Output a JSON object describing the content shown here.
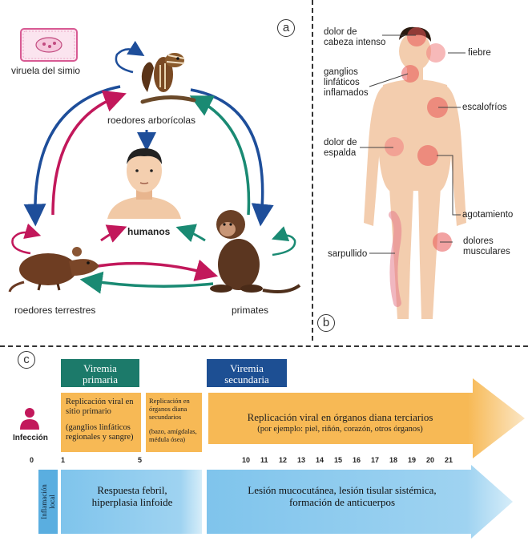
{
  "panel_a": {
    "letter": "a",
    "virus_label": "viruela del simio",
    "tree_rodents": "roedores arborícolas",
    "humans": "humanos",
    "ground_rodents": "roedores terrestres",
    "primates": "primates"
  },
  "panel_b": {
    "letter": "b",
    "symptoms": {
      "headache": [
        "dolor de",
        "cabeza intenso"
      ],
      "fever": "fiebre",
      "lymph": [
        "ganglios",
        "linfáticos",
        "inflamados"
      ],
      "chills": "escalofríos",
      "backpain": [
        "dolor de",
        "espalda"
      ],
      "exhaustion": "agotamiento",
      "rash": "sarpullido",
      "muscle": [
        "dolores",
        "musculares"
      ]
    }
  },
  "panel_c": {
    "letter": "c",
    "viremia_primary": [
      "Viremia",
      "primaria"
    ],
    "viremia_secondary": [
      "Viremia",
      "secundaria"
    ],
    "infection_label": "Infección",
    "box1": [
      "Replicación viral en",
      "sitio primario",
      "(ganglios linfáticos",
      "regionales y sangre)"
    ],
    "box2": [
      "Replicación en",
      "órganos diana",
      "secundarios",
      "(bazo, amígdalas,",
      "médula ósea)"
    ],
    "box3": [
      "Replicación viral en órganos diana terciarios",
      "(por ejemplo: piel, riñón, corazón, otros órganos)"
    ],
    "ticks": [
      "0",
      "1",
      "5",
      "10",
      "11",
      "12",
      "13",
      "14",
      "15",
      "16",
      "17",
      "18",
      "19",
      "20",
      "21"
    ],
    "side_label": [
      "Inflamación",
      "local"
    ],
    "blue1": [
      "Respuesta febril,",
      "hiperplasia linfoide"
    ],
    "blue2": [
      "Lesión mucocutánea, lesión tisular sistémica,",
      "formación de anticuerpos"
    ],
    "colors": {
      "phase_primary": "#1c7a6a",
      "phase_secondary": "#1d4f93",
      "orange": "#f7b955",
      "blue": "#7fc4ec",
      "magenta": "#c2185b",
      "teal": "#1a8a73",
      "navy": "#1e4e9a"
    }
  }
}
